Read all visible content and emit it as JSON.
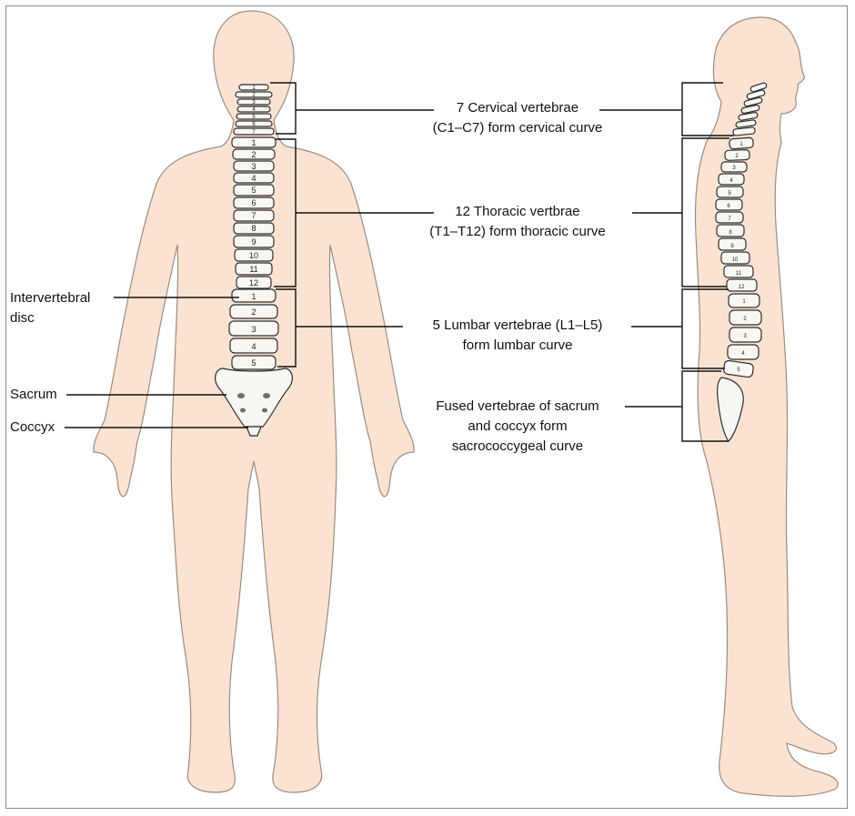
{
  "colors": {
    "skin": "#fbe3d2",
    "skin_outline": "#9c8b80",
    "bone": "#f7f7f4",
    "bone_outline": "#2d2d2d",
    "leader_line": "#111111",
    "frame_border": "#8a8a8a"
  },
  "labels": {
    "intervertebral_disc": [
      "Intervertebral",
      "disc"
    ],
    "sacrum": "Sacrum",
    "coccyx": "Coccyx",
    "cervical": [
      "7 Cervical vertebrae",
      "(C1–C7) form cervical curve"
    ],
    "thoracic": [
      "12 Thoracic vertbrae",
      "(T1–T12) form thoracic curve"
    ],
    "lumbar": [
      "5 Lumbar vertebrae (L1–L5)",
      "form lumbar curve"
    ],
    "sacrococcygeal": [
      "Fused vertebrae of sacrum",
      "and coccyx form",
      "sacrococcygeal curve"
    ]
  },
  "vertebra_numbers": {
    "cervical": [
      "1",
      "2",
      "3",
      "4",
      "5",
      "6",
      "7"
    ],
    "thoracic": [
      "1",
      "2",
      "3",
      "4",
      "5",
      "6",
      "7",
      "8",
      "9",
      "10",
      "11",
      "12"
    ],
    "lumbar": [
      "1",
      "2",
      "3",
      "4",
      "5"
    ]
  }
}
